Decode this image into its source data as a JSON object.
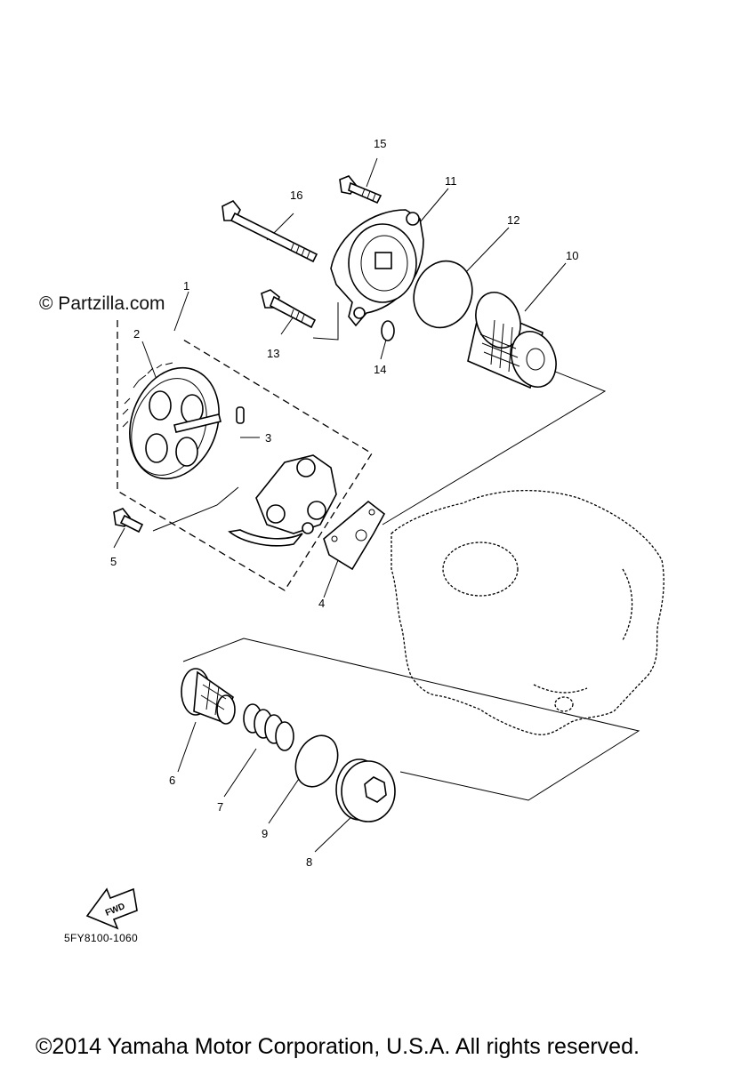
{
  "diagram": {
    "callouts": [
      {
        "id": "1",
        "label": "1"
      },
      {
        "id": "2",
        "label": "2"
      },
      {
        "id": "3",
        "label": "3"
      },
      {
        "id": "4",
        "label": "4"
      },
      {
        "id": "5",
        "label": "5"
      },
      {
        "id": "6",
        "label": "6"
      },
      {
        "id": "7",
        "label": "7"
      },
      {
        "id": "8",
        "label": "8"
      },
      {
        "id": "9",
        "label": "9"
      },
      {
        "id": "10",
        "label": "10"
      },
      {
        "id": "11",
        "label": "11"
      },
      {
        "id": "12",
        "label": "12"
      },
      {
        "id": "13",
        "label": "13"
      },
      {
        "id": "14",
        "label": "14"
      },
      {
        "id": "15",
        "label": "15"
      },
      {
        "id": "16",
        "label": "16"
      }
    ],
    "fwd_label": "FWD",
    "diagram_code": "5FY8100-1060"
  },
  "watermark": "© Partzilla.com",
  "footer": {
    "copyright": "©2014 Yamaha Motor Corporation, U.S.A. All rights reserved."
  }
}
